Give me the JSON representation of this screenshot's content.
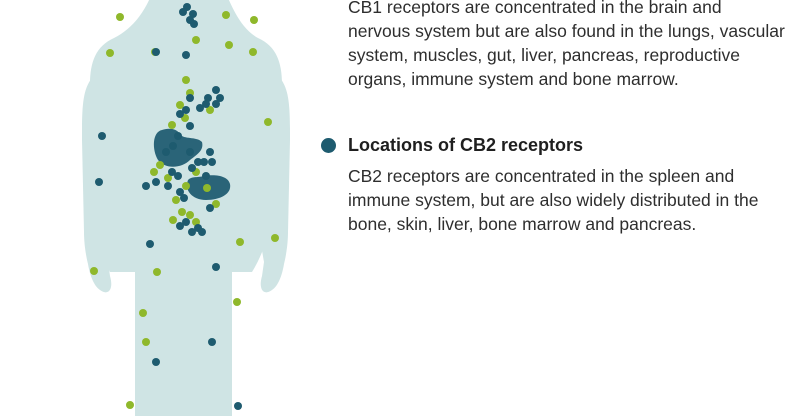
{
  "colors": {
    "body": "#cfe4e4",
    "cb1": "#8fb82b",
    "cb2": "#1e5b6f",
    "organ": "#2a6478"
  },
  "cb1_text": "CB1 receptors are concentrated in the brain and nervous system but are also found in the lungs, vascular system, muscles, gut, liver, pancreas, reproductive organs, immune system and bone marrow.",
  "cb2_heading": "Locations of CB2 receptors",
  "cb2_text": "CB2 receptors are concentrated in the spleen and immune system, but are also widely distributed in the bone, skin, liver, bone marrow and pancreas.",
  "icons": {
    "cb2_legend": "filled-circle-icon"
  }
}
